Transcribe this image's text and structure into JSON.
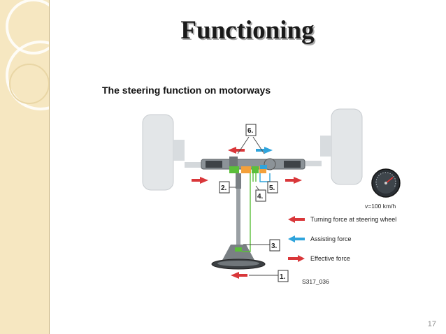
{
  "slide": {
    "title": "Functioning",
    "subtitle": "The steering function on motorways",
    "page_number": "17"
  },
  "diagram": {
    "callouts": [
      "1.",
      "2.",
      "3.",
      "4.",
      "5.",
      "6."
    ],
    "speed_label": "v=100 km/h",
    "figure_code": "S317_036",
    "legend": [
      {
        "label": "Turning force at steering wheel",
        "color": "#d9373a"
      },
      {
        "label": "Assisting force",
        "color": "#2fa4dc"
      },
      {
        "label": "Effective force",
        "color": "#d9373a"
      }
    ]
  }
}
